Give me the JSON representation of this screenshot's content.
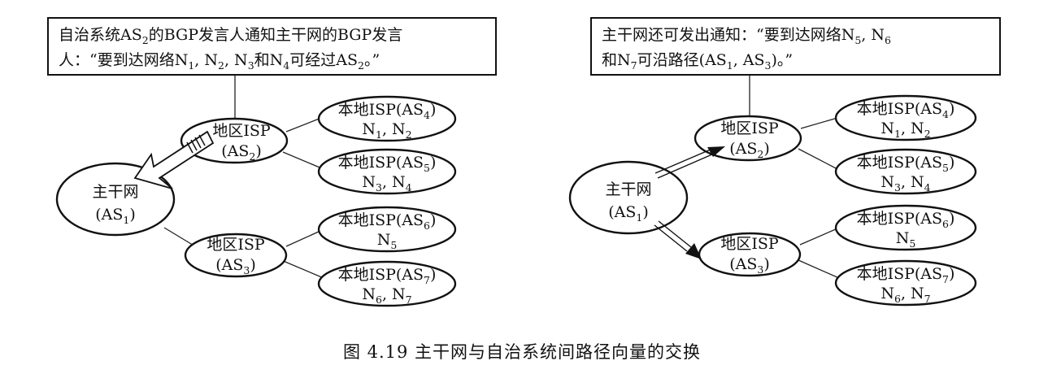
{
  "left": {
    "notice": {
      "line1": {
        "a": "自治系统AS",
        "sub": "2",
        "b": "的BGP发言人通知主干网的BGP发言"
      },
      "line2": {
        "a": "人：“要到达网络N",
        "s1": "1",
        "b": ", N",
        "s2": "2",
        "c": ", N",
        "s3": "3",
        "d": "和N",
        "s4": "4",
        "e": "可经过AS",
        "s5": "2",
        "f": "。”"
      }
    },
    "backbone": {
      "name": "主干网",
      "as": "(AS",
      "as_sub": "1",
      "close": ")"
    },
    "region2": {
      "name": "地区ISP",
      "as": "(AS",
      "as_sub": "2",
      "close": ")"
    },
    "region3": {
      "name": "地区ISP",
      "as": "(AS",
      "as_sub": "3",
      "close": ")"
    },
    "isp4": {
      "name": "本地ISP(AS",
      "sub": "4",
      "close": ")",
      "net_a": "N",
      "na": "1",
      "mid": ", N",
      "nb": "2"
    },
    "isp5": {
      "name": "本地ISP(AS",
      "sub": "5",
      "close": ")",
      "net_a": "N",
      "na": "3",
      "mid": ", N",
      "nb": "4"
    },
    "isp6": {
      "name": "本地ISP(AS",
      "sub": "6",
      "close": ")",
      "net_a": "N",
      "na": "5"
    },
    "isp7": {
      "name": "本地ISP(AS",
      "sub": "7",
      "close": ")",
      "net_a": "N",
      "na": "6",
      "mid": ", N",
      "nb": "7"
    }
  },
  "right": {
    "notice": {
      "line1": {
        "a": "主干网还可发出通知：“要到达网络N",
        "s1": "5",
        "b": ", N",
        "s2": "6"
      },
      "line2": {
        "a": "和N",
        "s1": "7",
        "b": "可沿路径(AS",
        "s2": "1",
        "c": ", AS",
        "s3": "3",
        "d": ")。”"
      }
    },
    "backbone": {
      "name": "主干网",
      "as": "(AS",
      "as_sub": "1",
      "close": ")"
    },
    "region2": {
      "name": "地区ISP",
      "as": "(AS",
      "as_sub": "2",
      "close": ")"
    },
    "region3": {
      "name": "地区ISP",
      "as": "(AS",
      "as_sub": "3",
      "close": ")"
    },
    "isp4": {
      "name": "本地ISP(AS",
      "sub": "4",
      "close": ")",
      "net_a": "N",
      "na": "1",
      "mid": ", N",
      "nb": "2"
    },
    "isp5": {
      "name": "本地ISP(AS",
      "sub": "5",
      "close": ")",
      "net_a": "N",
      "na": "3",
      "mid": ", N",
      "nb": "4"
    },
    "isp6": {
      "name": "本地ISP(AS",
      "sub": "6",
      "close": ")",
      "net_a": "N",
      "na": "5"
    },
    "isp7": {
      "name": "本地ISP(AS",
      "sub": "7",
      "close": ")",
      "net_a": "N",
      "na": "6",
      "mid": ", N",
      "nb": "7"
    }
  },
  "caption": "图 4.19    主干网与自治系统间路径向量的交换"
}
